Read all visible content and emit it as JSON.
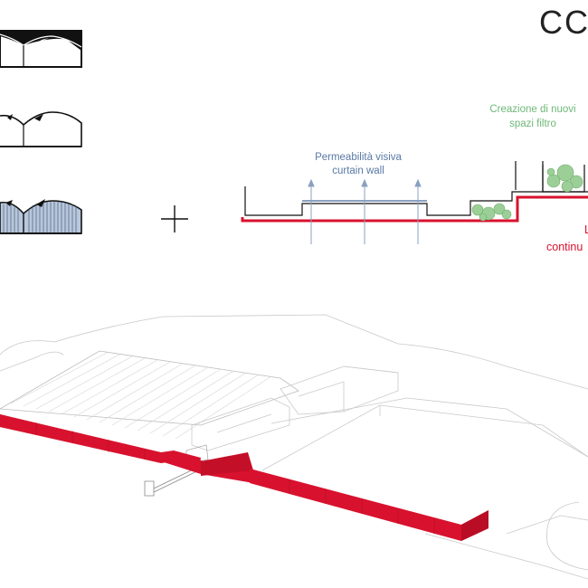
{
  "header": {
    "title_fragment": "CC"
  },
  "annotations": {
    "permeability_line1": "Permeabilità visiva",
    "permeability_line2": "curtain wall",
    "filter_line1": "Creazione di nuovi",
    "filter_line2": "spazi filtro",
    "continuity_line1": "L",
    "continuity_line2": "continu"
  },
  "colors": {
    "accent_red": "#d8122e",
    "label_blue": "#5a79a6",
    "label_green": "#6fb878",
    "greenery": "#9ccf98",
    "ink": "#111111",
    "ghost_line": "#c9c9c9",
    "glass": "#b8c7dc"
  },
  "icons": {
    "combine": "plus-icon"
  }
}
